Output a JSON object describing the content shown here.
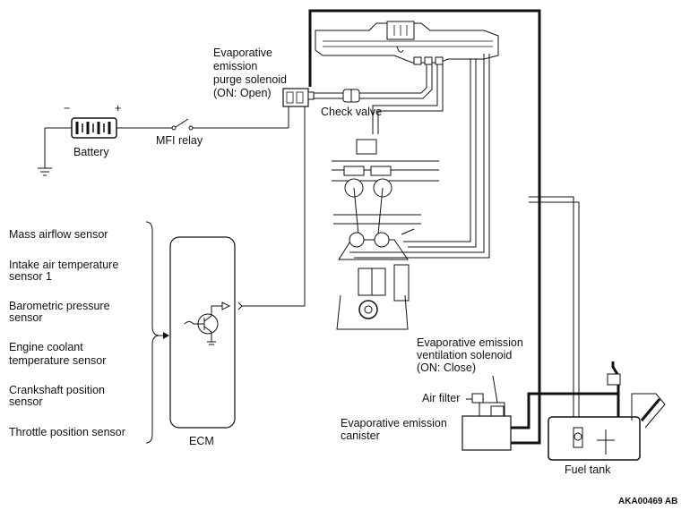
{
  "labels": {
    "purge_solenoid": [
      "Evaporative",
      "emission",
      "purge solenoid",
      "(ON: Open)"
    ],
    "check_valve": "Check valve",
    "battery": "Battery",
    "mfi_relay": "MFI relay",
    "battery_minus": "−",
    "battery_plus": "+",
    "ecm": "ECM",
    "vent_solenoid": [
      "Evaporative emission",
      "ventilation solenoid",
      "(ON: Close)"
    ],
    "air_filter": "Air filter",
    "canister": [
      "Evaporative emission",
      "canister"
    ],
    "fuel_tank": "Fuel tank",
    "figure_code": "AKA00469 AB"
  },
  "sensors": [
    {
      "lines": [
        "Mass airflow sensor"
      ]
    },
    {
      "lines": [
        "Intake air temperature",
        "sensor 1"
      ]
    },
    {
      "lines": [
        "Barometric pressure",
        "sensor"
      ]
    },
    {
      "lines": [
        "Engine coolant",
        "temperature sensor"
      ]
    },
    {
      "lines": [
        "Crankshaft position",
        "sensor"
      ]
    },
    {
      "lines": [
        "Throttle position sensor"
      ]
    }
  ],
  "icons": {
    "battery": "battery-icon",
    "relay": "relay-switch-icon",
    "ground": "ground-icon",
    "transistor": "transistor-icon",
    "solenoid": "solenoid-valve-icon",
    "check_valve": "check-valve-icon",
    "engine": "engine-icon",
    "canister": "canister-icon",
    "fuel_tank": "fuel-tank-icon"
  }
}
